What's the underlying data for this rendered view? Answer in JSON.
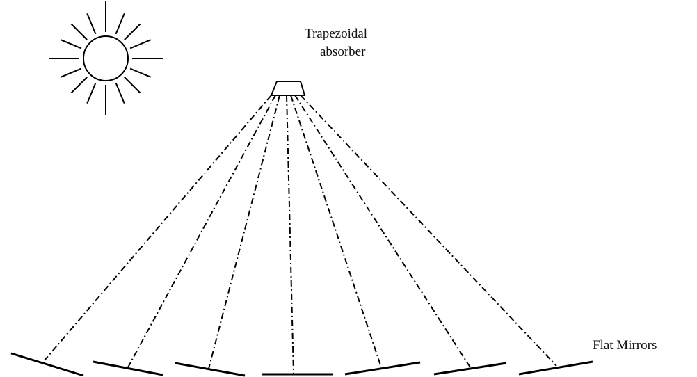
{
  "labels": {
    "absorber_line1": "Trapezoidal",
    "absorber_line2": "absorber",
    "mirrors": "Flat Mirrors"
  },
  "colors": {
    "stroke": "#000000",
    "background": "#ffffff"
  },
  "elements": {
    "sun": "sun-icon",
    "absorber": "trapezoidal-absorber",
    "mirror_count": 7
  }
}
